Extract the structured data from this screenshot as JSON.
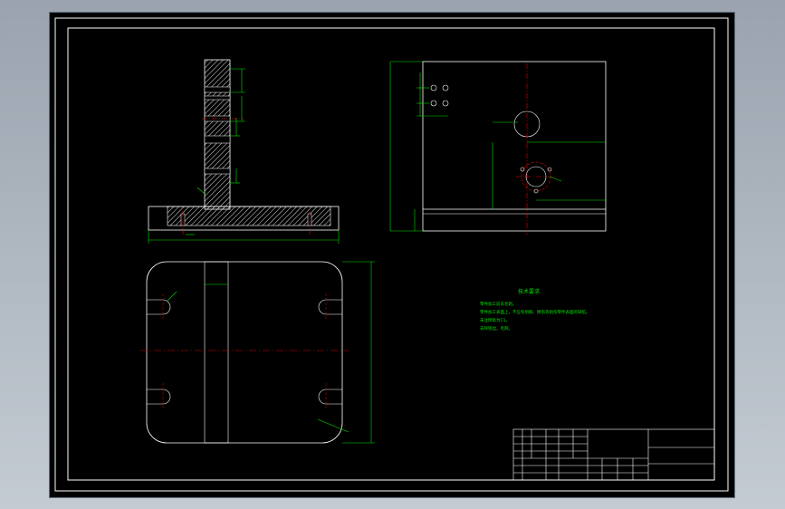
{
  "drawing": {
    "tech_requirements_title": "技术要求",
    "notes": [
      "零件加工前去毛刺。",
      "零件加工表面上，不应有划痕、擦伤等损伤零件表面的缺陷。",
      "未注倒角为C1。",
      "去除锐边，毛刺。"
    ],
    "colors": {
      "background": "#000000",
      "lines": "#ffffff",
      "dimensions": "#00e000",
      "centerlines": "#e00000",
      "hatch": "#e8e8e8"
    }
  }
}
